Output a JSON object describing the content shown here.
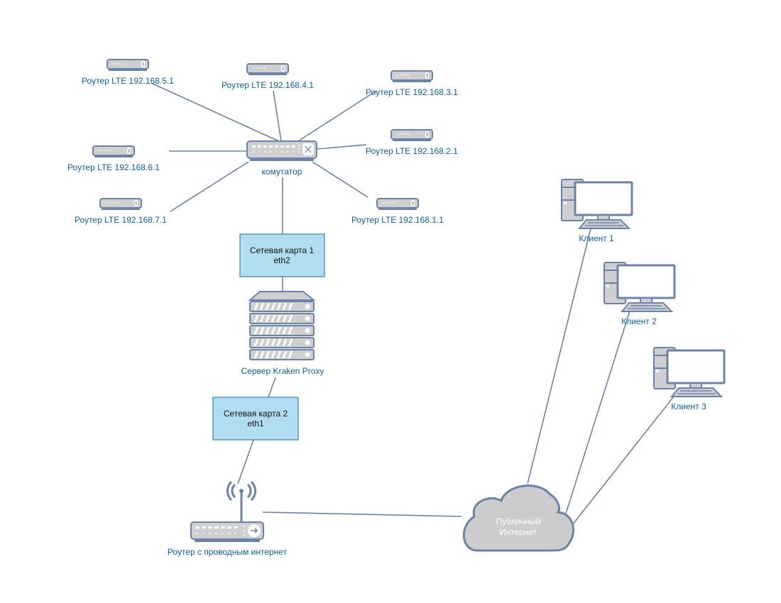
{
  "diagram": {
    "colors": {
      "line": "#6a83ad",
      "label": "#0a5fa6",
      "box_fill": "#b1ddf0",
      "box_stroke": "#10739e",
      "device_fill": "#cfcfcf",
      "cloud_fill": "#cccccc"
    },
    "switch": {
      "label": "комутатор",
      "icon": "network-switch-icon"
    },
    "lte_routers": [
      {
        "id": "r5",
        "label": "Роутер LTE 192.168.5.1",
        "icon": "lte-router-icon"
      },
      {
        "id": "r4",
        "label": "Роутер LTE 192.168.4.1",
        "icon": "lte-router-icon"
      },
      {
        "id": "r3",
        "label": "Роутер LTE 192.168.3.1",
        "icon": "lte-router-icon"
      },
      {
        "id": "r6",
        "label": "Роутер LTE 192.168.6.1",
        "icon": "lte-router-icon"
      },
      {
        "id": "r2",
        "label": "Роутер LTE 192.168.2.1",
        "icon": "lte-router-icon"
      },
      {
        "id": "r7",
        "label": "Роутер LTE 192.168.7.1",
        "icon": "lte-router-icon"
      },
      {
        "id": "r1",
        "label": "Роутер LTE 192.168.1.1",
        "icon": "lte-router-icon"
      }
    ],
    "nic1": {
      "line1": "Сетевая карта 1",
      "line2": "eth2"
    },
    "server": {
      "label": "Сервер Kraken Proxy",
      "icon": "server-rack-icon"
    },
    "nic2": {
      "line1": "Сетевая карта 2",
      "line2": "eth1"
    },
    "wired_router": {
      "label": "Роутер с проводным интернет",
      "icon": "wireless-router-icon"
    },
    "cloud": {
      "line1": "Публичный",
      "line2": "Интернет",
      "icon": "cloud-icon"
    },
    "clients": [
      {
        "id": "c1",
        "label": "Клиент 1",
        "icon": "desktop-computer-icon"
      },
      {
        "id": "c2",
        "label": "Клиент 2",
        "icon": "desktop-computer-icon"
      },
      {
        "id": "c3",
        "label": "Клиент 3",
        "icon": "desktop-computer-icon"
      }
    ]
  }
}
